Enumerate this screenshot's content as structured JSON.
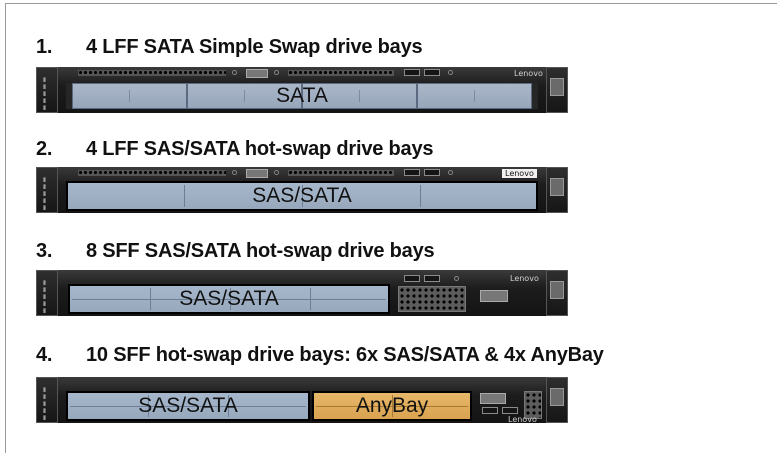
{
  "configs": [
    {
      "number": "1.",
      "title": "4 LFF SATA Simple Swap drive bays",
      "bay_labels": [
        "SATA"
      ]
    },
    {
      "number": "2.",
      "title": "4 LFF SAS/SATA hot-swap drive bays",
      "bay_labels": [
        "SAS/SATA"
      ]
    },
    {
      "number": "3.",
      "title": "8 SFF SAS/SATA hot-swap drive bays",
      "bay_labels": [
        "SAS/SATA"
      ]
    },
    {
      "number": "4.",
      "title": "10 SFF hot-swap drive bays: 6x SAS/SATA & 4x AnyBay",
      "bay_labels": [
        "SAS/SATA",
        "AnyBay"
      ]
    }
  ],
  "brand": "Lenovo",
  "colors": {
    "sas_sata_bay": "#a7b7cb",
    "anybay_bay": "#e0ad5c",
    "chassis": "#1c1c1c"
  }
}
